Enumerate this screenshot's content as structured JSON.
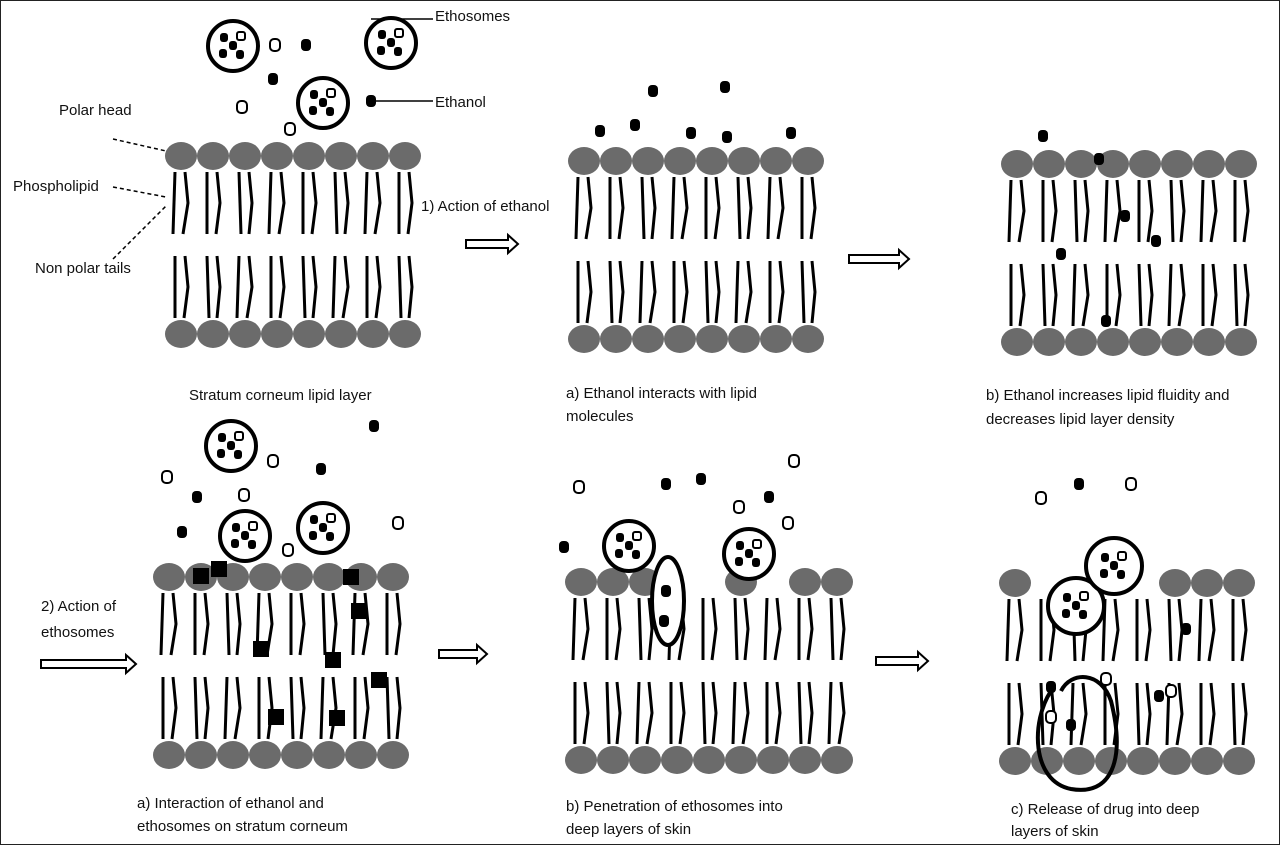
{
  "labels": {
    "ethosomes": "Ethosomes",
    "ethanol": "Ethanol",
    "polar_head": "Polar head",
    "phospholipid": "Phospholipid",
    "non_polar_tails": "Non polar tails",
    "action_of_ethanol": "1) Action of ethanol",
    "action_of_ethosomes_line1": "2) Action of",
    "action_of_ethosomes_line2": "ethosomes"
  },
  "captions": {
    "stratum": "Stratum corneum lipid layer",
    "a1_line1": "a) Ethanol interacts with lipid",
    "a1_line2": "molecules",
    "b1_line1": "b) Ethanol increases lipid fluidity and",
    "b1_line2": "decreases lipid layer density",
    "a2_line1": "a) Interaction of ethanol and",
    "a2_line2": "ethosomes on stratum corneum",
    "b2_line1": "b) Penetration of ethosomes into",
    "b2_line2": "deep layers of skin",
    "c2_line1": "c) Release of drug into deep",
    "c2_line2": "layers of skin"
  },
  "colors": {
    "lipid_head": "#6b6b6b",
    "ink": "#000000",
    "background": "#ffffff"
  }
}
